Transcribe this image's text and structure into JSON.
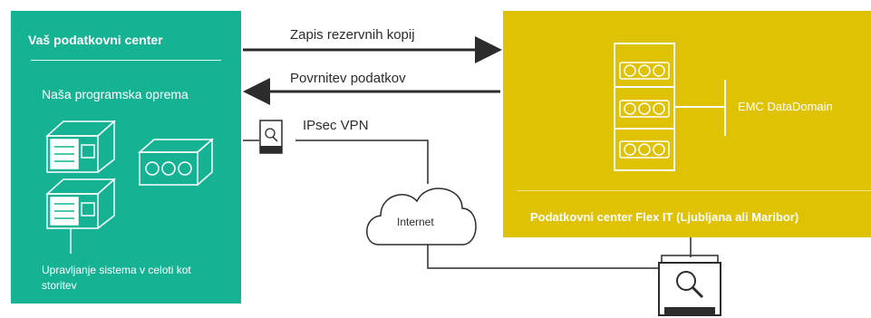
{
  "left_panel": {
    "title": "Vaš podatkovni center",
    "subtitle": "Naša programska oprema",
    "footer": "Upravljanje sistema v celoti kot storitev"
  },
  "right_panel": {
    "storage_label": "EMC DataDomain",
    "footer": "Podatkovni center Flex IT (Ljubljana ali Maribor)"
  },
  "arrows": {
    "backup_label": "Zapis rezervnih kopij",
    "restore_label": "Povrnitev podatkov"
  },
  "vpn_label": "IPsec VPN",
  "internet_label": "Internet",
  "colors": {
    "left_panel": "#15b394",
    "right_panel": "#e0c205",
    "lines": "#2c2c2c"
  }
}
